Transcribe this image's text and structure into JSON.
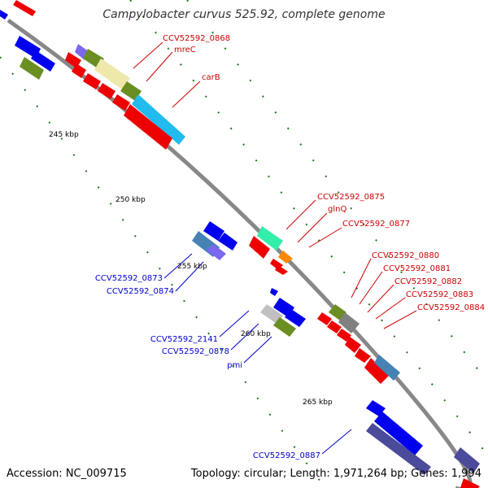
{
  "title": "Campylobacter curvus 525.92, complete genome",
  "footer": {
    "accession": "Accession: NC_009715",
    "summary": "Topology: circular; Length: 1,971,264 bp; Genes: 1,994"
  },
  "ticks": [
    "245 kbp",
    "250 kbp",
    "255 kbp",
    "260 kbp",
    "265 kbp"
  ],
  "forward_labels": [
    "CCV52592_0868",
    "mreC",
    "carB",
    "CCV52592_0875",
    "glnQ",
    "CCV52592_0877",
    "CCV52592_0880",
    "CCV52592_0881",
    "CCV52592_0882",
    "CCV52592_0883",
    "CCV52592_0884"
  ],
  "reverse_labels": [
    "CCV52592_0873",
    "CCV52592_0874",
    "CCV52592_2141",
    "CCV52592_0878",
    "pmi",
    "CCV52592_0887"
  ],
  "colors": {
    "forward_label": "#cc0000",
    "reverse_label": "#0000cc",
    "backbone": "#888888",
    "tick_mark": "#1a7a1a",
    "forward_gene": "#ee0000",
    "reverse_gene": "#0000ee",
    "olive": "#6b8e23",
    "khaki": "#eee8aa",
    "sky": "#22bbee",
    "aqua": "#33eeaa",
    "orange": "#ff8800",
    "steel": "#4682b4",
    "slate": "#7b68ee",
    "gray": "#808080",
    "silver": "#c0c0c0",
    "navy": "#4b4b9b"
  }
}
